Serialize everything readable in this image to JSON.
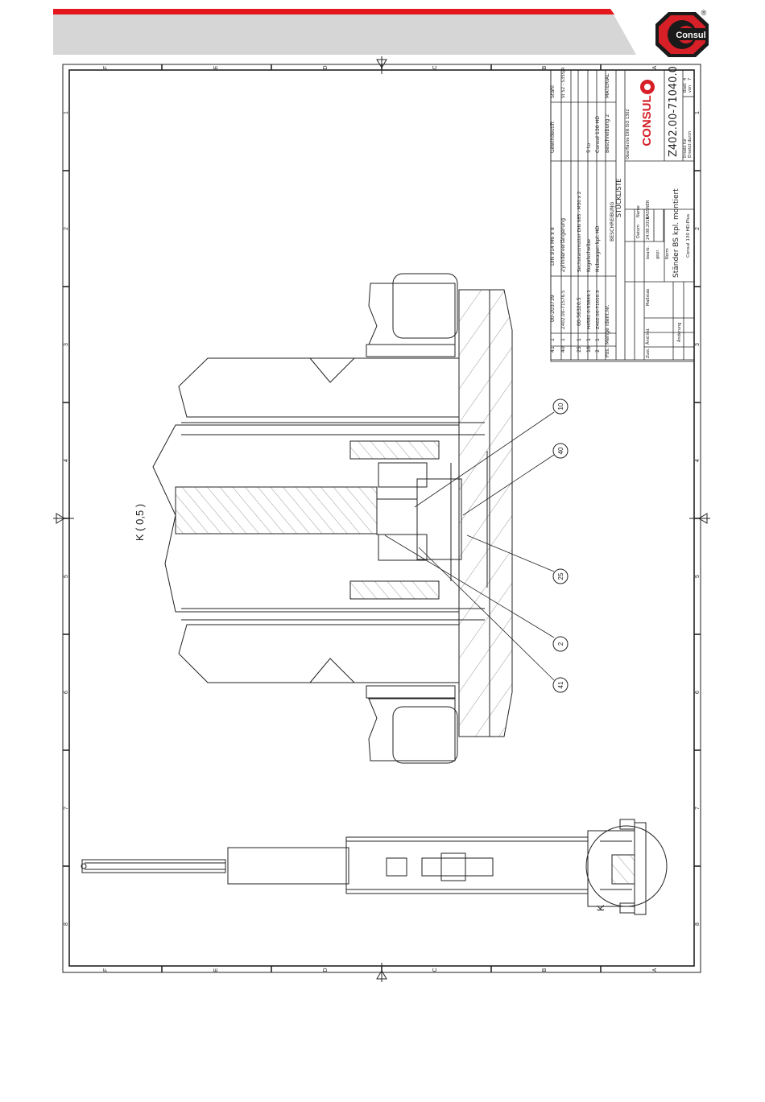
{
  "header": {
    "brand": "Consul",
    "registered_mark": "®",
    "colors": {
      "red": "#e3171b",
      "gray": "#d6d6d6",
      "logo_red": "#d61f26",
      "logo_black": "#1a1a1a"
    }
  },
  "frame": {
    "zone_letters": [
      "F",
      "E",
      "D",
      "C",
      "B",
      "A"
    ],
    "zone_numbers": [
      "1",
      "2",
      "3",
      "4",
      "5",
      "6",
      "7",
      "8"
    ]
  },
  "view": {
    "detail_label": "K ( 0,5 )",
    "detail_ref": "K",
    "balloons": [
      "10",
      "40",
      "25",
      "2",
      "41"
    ]
  },
  "parts_list": {
    "headers": {
      "pos": "Pos.",
      "qty": "Menge",
      "ident": "Ident.Nr.",
      "desc": "BESCHREIBUNG",
      "desc2": "Beschreibung 2",
      "material": "MATERIAL"
    },
    "title": "STÜCKLISTE",
    "rows": [
      {
        "pos": "41",
        "qty": "1",
        "ident": "00-203739",
        "desc": "DIN 914 M6 x 8",
        "desc2": "Gewindestift",
        "material": "Stahl"
      },
      {
        "pos": "40",
        "qty": "1",
        "ident": "Z402.00-71576.5",
        "desc": "Zylinderverlängerung",
        "desc2": "",
        "material": "St 52 - S355JR"
      },
      {
        "pos": "25",
        "qty": "1",
        "ident": "00-56320.5",
        "desc": "Sechskantmutter DIN 985 - M30 x 2",
        "desc2": "",
        "material": ""
      },
      {
        "pos": "10",
        "qty": "1",
        "ident": "H4581.0-53849.1",
        "desc": "Kugelscheibe",
        "desc2": "5 to",
        "material": ""
      },
      {
        "pos": "2",
        "qty": "1",
        "ident": "Z402.00-71010.3",
        "desc": "Hubwagen kpl. HD",
        "desc2": "Consul 130 HD",
        "material": ""
      }
    ]
  },
  "title_block": {
    "drawing_number": "Z402.00-71040.0",
    "title": "Ständer BS kpl. montiert",
    "subtitle": "Consul 130 HD-Plus",
    "date": "24.08.2010",
    "drawn_by": "KASSNER",
    "labels": {
      "datum": "Datum",
      "name": "Name",
      "gepr": "gepr.",
      "norm": "Norm",
      "bearb": "bearb.",
      "zust": "Zust.",
      "aend": "Änd.Ind.",
      "aenderung": "Änderung",
      "masstab": "Maßstab",
      "blatt": "Blatt",
      "von": "von",
      "ersatz": "Ersatz für",
      "ersetzt": "Ersetzt durch",
      "oberflaeche": "Oberfläche DIN ISO 1302"
    },
    "sheet": "4",
    "sheets": "7",
    "logo_text": "CONSUL"
  }
}
